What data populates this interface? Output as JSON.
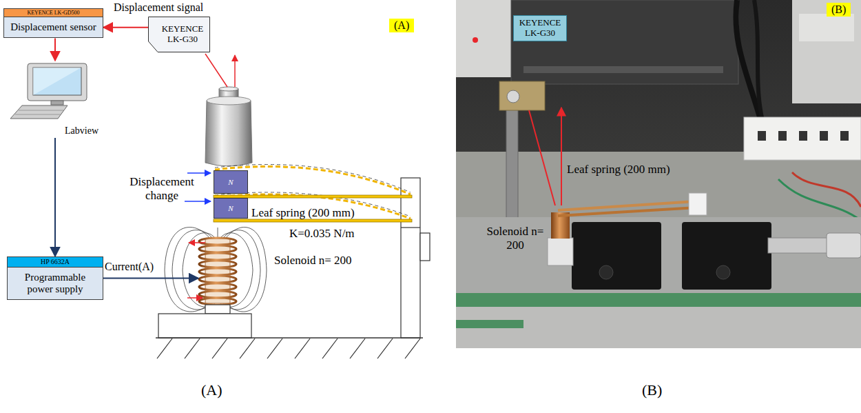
{
  "diagram": {
    "nodes": [
      {
        "text": [
          "KEYENCE LK-GD500",
          "Displacement sensor"
        ]
      },
      {
        "text": [
          "KEYENCE LK-G30"
        ]
      },
      {
        "text": [
          "Labview"
        ]
      },
      {
        "text": [
          "HP 6632A",
          "Programmable power supply"
        ]
      },
      {
        "text": [
          "Solenoid n= 200"
        ]
      },
      {
        "text": [
          "N"
        ]
      },
      {
        "text": [
          "N"
        ]
      },
      {
        "text": [
          "(A)"
        ]
      },
      {
        "text": [
          "(B)"
        ]
      },
      {
        "text": [
          "KEYENCE LK-G30"
        ]
      }
    ],
    "edges": [
      {
        "from": 1,
        "to": 0,
        "arrow": "to",
        "label": "Displacement signal"
      },
      {
        "from": 0,
        "to": 2,
        "arrow": "to"
      },
      {
        "from": 2,
        "to": 3,
        "arrow": "to"
      },
      {
        "from": 3,
        "to": 4,
        "arrow": "to",
        "label": "Current(A)"
      }
    ],
    "labels": [
      "Displacement change",
      "Leaf spring (200 mm)",
      "K=0.035 N/m",
      "Leaf spring (200 mm)",
      "Solenoid n= 200",
      "(A)",
      "(B)"
    ]
  }
}
